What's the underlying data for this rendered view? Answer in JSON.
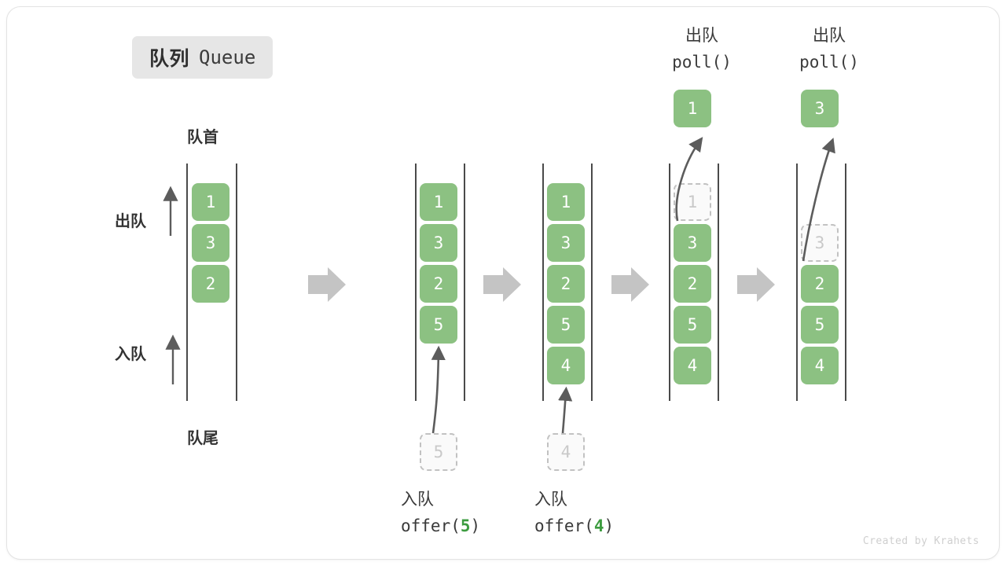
{
  "title": {
    "cn": "队列",
    "en": "Queue"
  },
  "labels": {
    "head": "队首",
    "tail": "队尾",
    "dequeue_side": "出队",
    "enqueue_side": "入队"
  },
  "credit": "Created by Krahets",
  "colors": {
    "cell_fill": "#8cc182",
    "cell_text": "#ffffff",
    "ghost_border": "#c2c2c2",
    "ghost_text": "#c9c9c9",
    "rail": "#4a4a4a",
    "step_arrow": "#c4c4c4",
    "accent_green": "#3d9c40",
    "badge_bg": "#e6e6e6"
  },
  "operations": {
    "offer5": {
      "cn": "入队",
      "fn": "offer(",
      "arg": "5",
      "close": ")"
    },
    "offer4": {
      "cn": "入队",
      "fn": "offer(",
      "arg": "4",
      "close": ")"
    },
    "poll1": {
      "cn": "出队",
      "code": "poll()"
    },
    "poll2": {
      "cn": "出队",
      "code": "poll()"
    }
  },
  "columns": [
    {
      "id": "initial",
      "cells": [
        "1",
        "3",
        "2"
      ],
      "ghost_bottom": null,
      "ghost_top": null,
      "popped": null
    },
    {
      "id": "after-offer-5",
      "cells": [
        "1",
        "3",
        "2",
        "5"
      ],
      "ghost_bottom": "5",
      "ghost_top": null,
      "popped": null
    },
    {
      "id": "after-offer-4",
      "cells": [
        "1",
        "3",
        "2",
        "5",
        "4"
      ],
      "ghost_bottom": "4",
      "ghost_top": null,
      "popped": null
    },
    {
      "id": "after-poll-1",
      "cells": [
        "3",
        "2",
        "5",
        "4"
      ],
      "ghost_bottom": null,
      "ghost_top": "1",
      "popped": "1"
    },
    {
      "id": "after-poll-3",
      "cells": [
        "2",
        "5",
        "4"
      ],
      "ghost_bottom": null,
      "ghost_top": "3",
      "popped": "3"
    }
  ]
}
